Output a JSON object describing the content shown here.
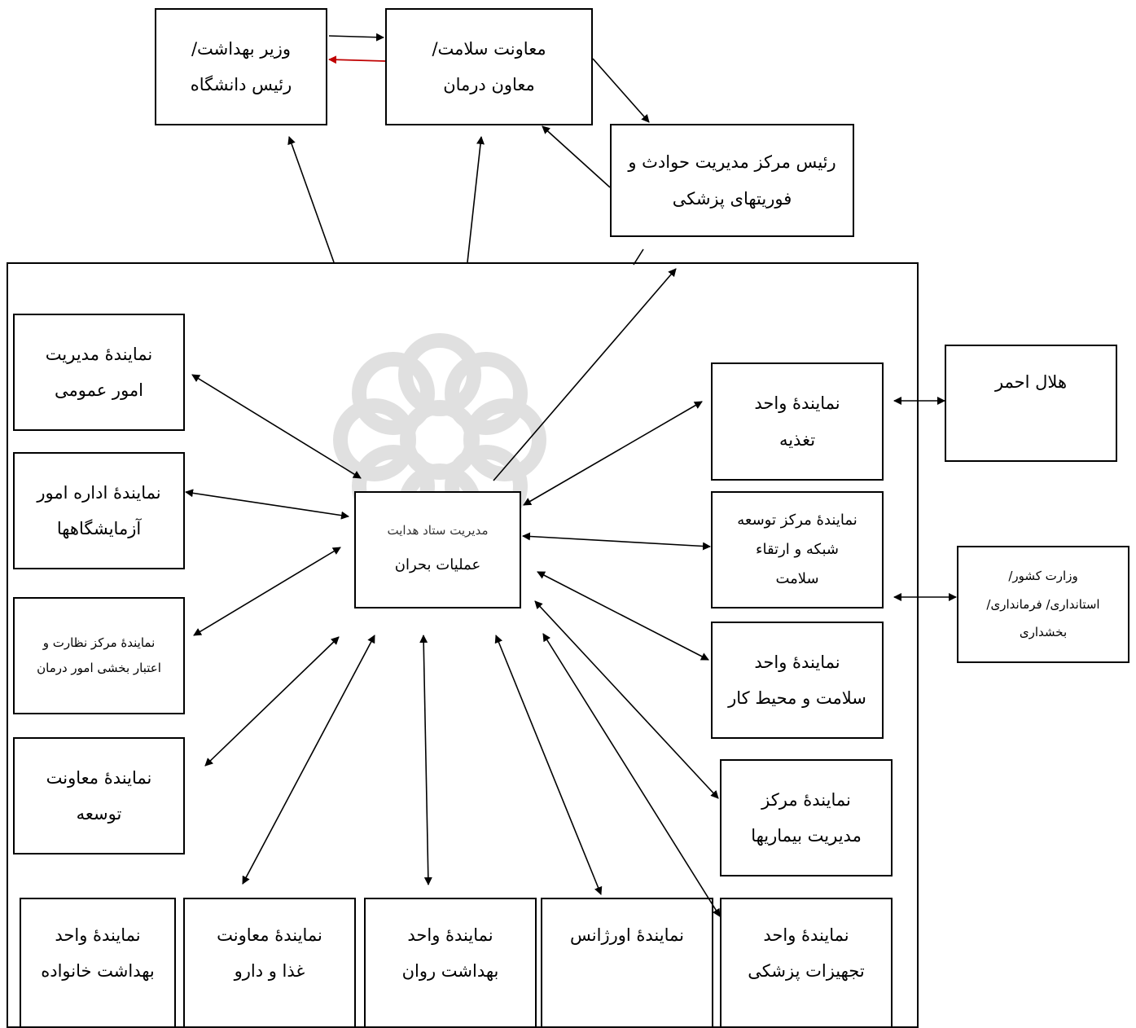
{
  "boxes": {
    "minister": {
      "l1": "وزیر بهداشت/",
      "l2": "رئیس دانشگاه"
    },
    "health_deputy": {
      "l1": "معاونت سلامت/",
      "l2": "معاون درمان"
    },
    "emergency_center": {
      "l1": "رئیس مرکز مدیریت حوادث و",
      "l2": "فوریتهای پزشکی"
    },
    "general_affairs": {
      "l1": "نمایندۀ مدیریت",
      "l2": "امور عمومی"
    },
    "labs": {
      "l1": "نمایندۀ اداره امور",
      "l2": "آزمایشگاهها"
    },
    "supervision": {
      "l1": "نمایندۀ مرکز نظارت و",
      "l2": "اعتبار بخشی امور درمان"
    },
    "development": {
      "l1": "نمایندۀ معاونت",
      "l2": "توسعه"
    },
    "nutrition": {
      "l1": "نمایندۀ واحد",
      "l2": "تغذیه"
    },
    "network": {
      "l1": "نمایندۀ مرکز توسعه",
      "l2": "شبکه و ارتقاء",
      "l3": "سلامت"
    },
    "occupational": {
      "l1": "نمایندۀ واحد",
      "l2": "سلامت و محیط کار"
    },
    "disease": {
      "l1": "نمایندۀ مرکز",
      "l2": "مدیریت بیماریها"
    },
    "crisis_hq": {
      "l1": "مدیریت ستاد هدایت",
      "l2": "عملیات بحران"
    },
    "red_crescent": {
      "l1": "هلال احمر"
    },
    "interior_ministry": {
      "l1": "وزارت کشور/",
      "l2": "استانداری/ فرمانداری/",
      "l3": "بخشداری"
    },
    "family_health": {
      "l1": "نمایندۀ واحد",
      "l2": "بهداشت خانواده"
    },
    "food_drug": {
      "l1": "نمایندۀ معاونت",
      "l2": "غذا و دارو"
    },
    "mental_health": {
      "l1": "نمایندۀ واحد",
      "l2": "بهداشت روان"
    },
    "emergency_unit": {
      "l1": "نمایندۀ اورژانس"
    },
    "medical_equipment": {
      "l1": "نمایندۀ واحد",
      "l2": "تجهیزات پزشکی"
    }
  },
  "colors": {
    "line": "#000000",
    "highlight_arrow": "#c00000",
    "watermark": "#bdbdbd"
  }
}
